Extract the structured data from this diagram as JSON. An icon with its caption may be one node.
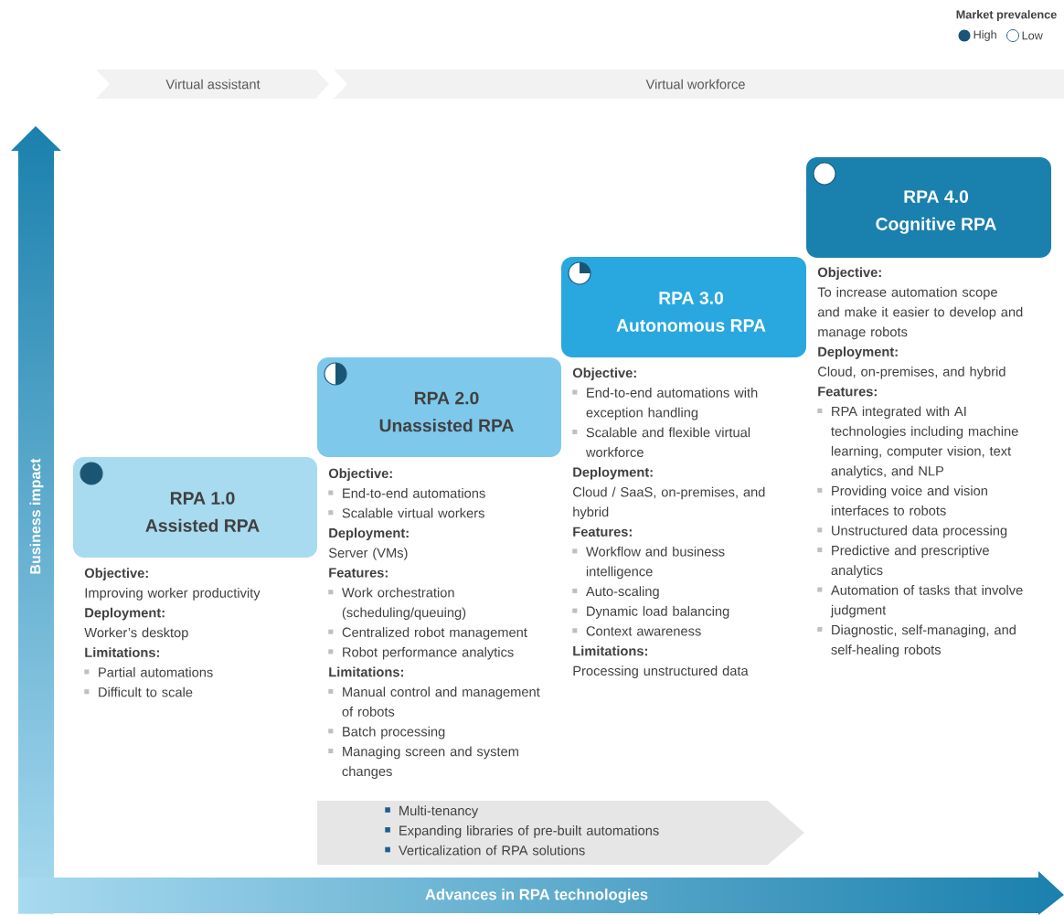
{
  "diagram": {
    "nodes": [
      {
        "text": [
          "Virtual assistant"
        ]
      },
      {
        "text": [
          "Virtual workforce"
        ]
      },
      {
        "text": [
          "Business impact"
        ]
      },
      {
        "text": [
          "RPA 1.0",
          "Assisted RPA"
        ],
        "beside": [
          "Objective:",
          "Improving worker productivity",
          "Deployment:",
          "Worker’s desktop",
          "Limitations:",
          "Partial automations",
          "Difficult to scale"
        ]
      },
      {
        "text": [
          "RPA 2.0",
          "Unassisted RPA"
        ],
        "beside": [
          "Objective:",
          "End-to-end automations",
          "Scalable virtual workers",
          "Deployment:",
          "Server (VMs)",
          "Features:",
          "Work orchestration (scheduling/queuing)",
          "Centralized robot management",
          "Robot performance analytics",
          "Limitations:",
          "Manual control and management of robots",
          "Batch processing",
          "Managing screen and system changes"
        ]
      },
      {
        "text": [
          "RPA 3.0",
          "Autonomous RPA"
        ],
        "beside": [
          "Objective:",
          "End-to-end automations with exception handling",
          "Scalable and flexible virtual workforce",
          "Deployment:",
          "Cloud / SaaS, on-premises, and hybrid",
          "Features:",
          "Workflow and business intelligence",
          "Auto-scaling",
          "Dynamic load balancing",
          "Context awareness",
          "Limitations:",
          "Processing unstructured data"
        ]
      },
      {
        "text": [
          "RPA 4.0",
          "Cognitive RPA"
        ],
        "beside": [
          "Objective:",
          "To increase automation scope and make it easier to develop and manage robots",
          "Deployment:",
          "Cloud, on-premises, and hybrid",
          "Features:",
          "RPA integrated with AI technologies including machine learning, computer vision, text analytics, and NLP",
          "Providing voice and vision interfaces to robots",
          "Unstructured data processing",
          "Predictive and prescriptive analytics",
          "Automation of tasks that involve judgment",
          "Diagnostic, self-managing, and self-healing robots"
        ]
      },
      {
        "text": [
          "Multi-tenancy",
          "Expanding libraries of pre-built automations",
          "Verticalization of RPA solutions"
        ]
      },
      {
        "text": [
          "Advances in RPA technologies"
        ]
      }
    ],
    "labels": [
      "Market prevalence"
    ],
    "legend": [
      {
        "text": "High",
        "color": "#1a5574"
      },
      {
        "text": "Low"
      }
    ]
  }
}
